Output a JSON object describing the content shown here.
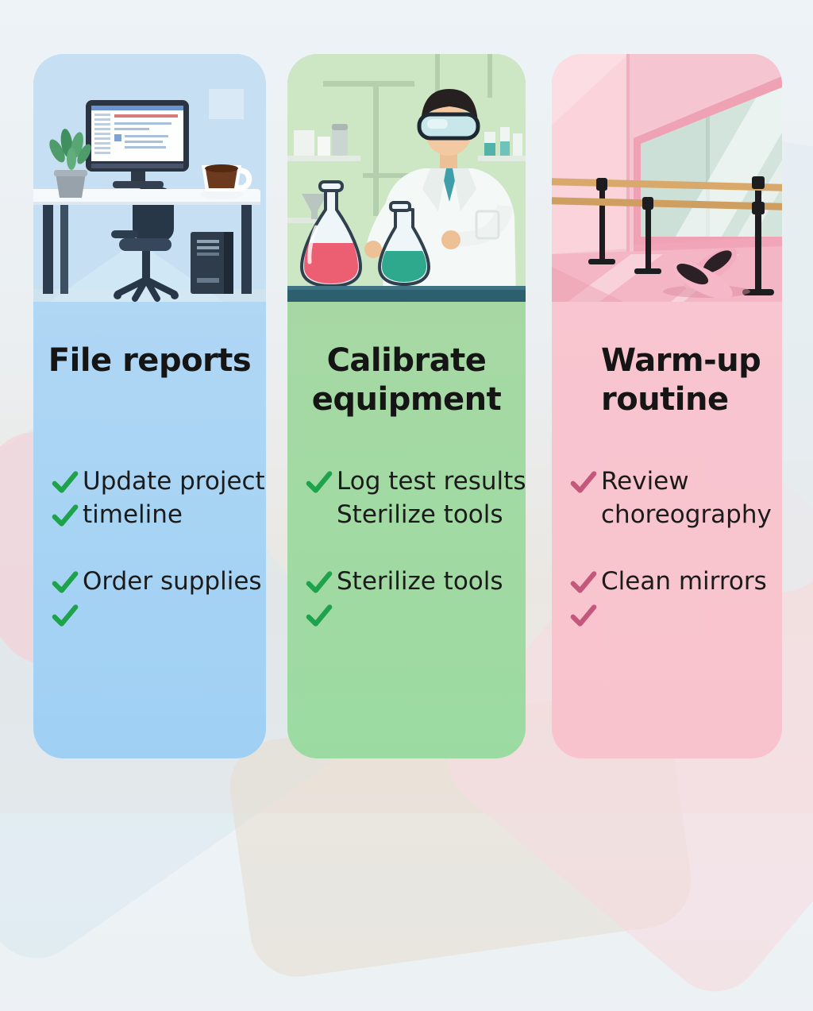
{
  "cards": [
    {
      "illustration": "office-desk-workspace",
      "title_line1": "File reports",
      "title_line2": "",
      "accent_check_color": "#1ea24b",
      "colors": {
        "top": "#b9dbf4",
        "bottom": "#9fd0f4"
      },
      "checklist": [
        {
          "checked": true,
          "label": "Update project"
        },
        {
          "checked": true,
          "label": "timeline"
        },
        {
          "checked": true,
          "label": "Order supplies"
        },
        {
          "checked": true,
          "label": ""
        }
      ]
    },
    {
      "illustration": "scientist-with-lab-flasks",
      "title_line1": "Calibrate",
      "title_line2": "equipment",
      "accent_check_color": "#1ea24b",
      "colors": {
        "top": "#aed7a6",
        "bottom": "#9bdba1"
      },
      "checklist": [
        {
          "checked": true,
          "label": "Log test results"
        },
        {
          "checked": false,
          "label": "Sterilize tools"
        },
        {
          "checked": true,
          "label": "Sterilize tools"
        },
        {
          "checked": true,
          "label": ""
        }
      ]
    },
    {
      "illustration": "ballet-studio-barre-and-shoes",
      "title_line1": "Warm-up",
      "title_line2": "routine",
      "accent_check_color": "#c4587c",
      "colors": {
        "top": "#f7c6d1",
        "bottom": "#f9c3cd"
      },
      "checklist": [
        {
          "checked": true,
          "label": "Review"
        },
        {
          "checked": false,
          "label": "choreography"
        },
        {
          "checked": true,
          "label": "Clean mirrors"
        },
        {
          "checked": true,
          "label": ""
        }
      ]
    }
  ]
}
